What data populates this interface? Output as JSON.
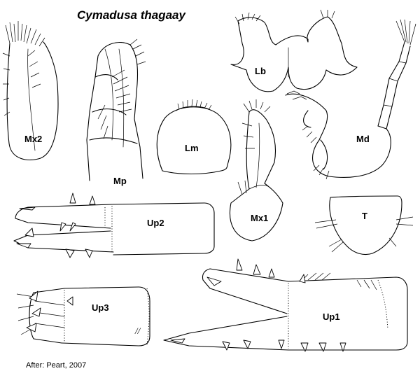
{
  "title": "Cymadusa thagaay",
  "credit": "After: Peart, 2007",
  "labels": {
    "mx2": "Mx2",
    "mp": "Mp",
    "lm": "Lm",
    "lb": "Lb",
    "md": "Md",
    "up2": "Up2",
    "mx1": "Mx1",
    "t": "T",
    "up3": "Up3",
    "up1": "Up1"
  },
  "scale_mark": "//"
}
